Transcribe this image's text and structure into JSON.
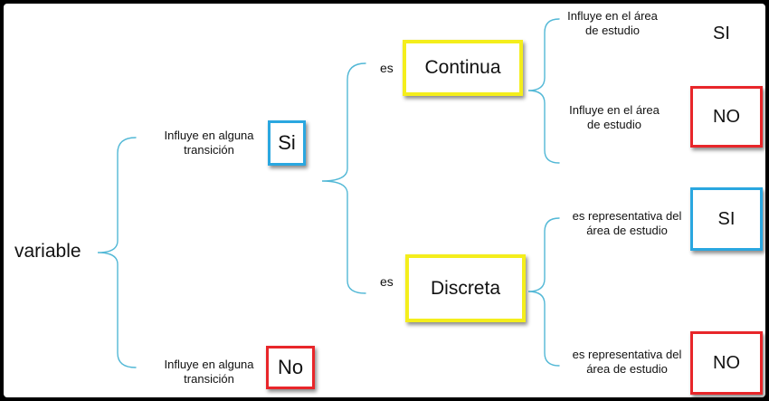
{
  "root": {
    "label": "variable"
  },
  "level1": {
    "upper": {
      "text": "Influye en alguna transición",
      "answer": "Si"
    },
    "lower": {
      "text": "Influye en alguna transición",
      "answer": "No"
    }
  },
  "level2": {
    "upper": {
      "prefix": "es",
      "answer": "Continua"
    },
    "lower": {
      "prefix": "es",
      "answer": "Discreta"
    }
  },
  "level3": {
    "continua_yes": {
      "text": "Influye en el área de estudio",
      "answer": "SI"
    },
    "continua_no": {
      "text": "Influye en el área de estudio",
      "answer": "NO"
    },
    "discreta_yes": {
      "text": "es representativa del área de estudio",
      "answer": "SI"
    },
    "discreta_no": {
      "text": "es representativa del área de estudio",
      "answer": "NO"
    }
  },
  "colors": {
    "bracket": "#52b8d6",
    "yellow_box": "#f4ee1c",
    "blue_box": "#2aa7e0",
    "red_box": "#e8262a",
    "frame": "#000000"
  }
}
